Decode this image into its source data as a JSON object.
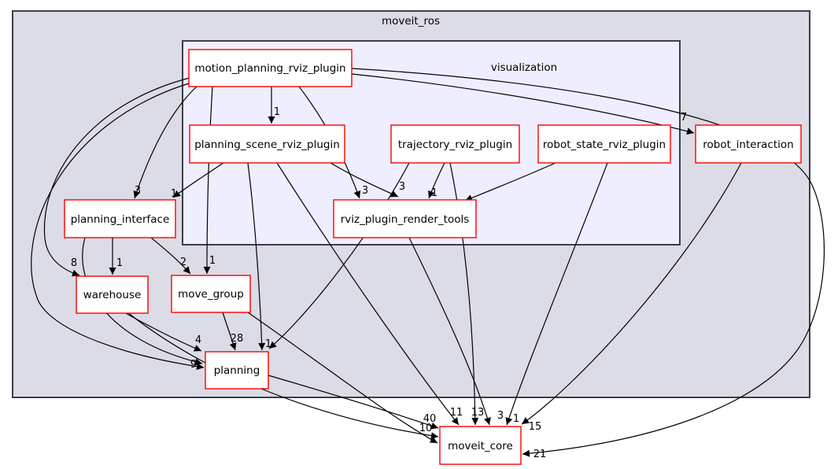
{
  "diagram": {
    "title": "moveit_ros",
    "inner_cluster_label": "visualization",
    "type": "directory-dependency-graph"
  },
  "colors": {
    "cluster_outer_fill": "#dcdce6",
    "cluster_inner_fill": "#eeeeff",
    "cluster_border": "#3d3d4d",
    "node_fill": "#ffffff",
    "node_border": "#ff0000",
    "edge_color": "#000000",
    "text_color": "#000000"
  },
  "nodes": [
    {
      "id": "motion_planning_rviz_plugin",
      "label": "motion_planning_rviz_plugin"
    },
    {
      "id": "planning_scene_rviz_plugin",
      "label": "planning_scene_rviz_plugin"
    },
    {
      "id": "trajectory_rviz_plugin",
      "label": "trajectory_rviz_plugin"
    },
    {
      "id": "robot_state_rviz_plugin",
      "label": "robot_state_rviz_plugin"
    },
    {
      "id": "robot_interaction",
      "label": "robot_interaction"
    },
    {
      "id": "rviz_plugin_render_tools",
      "label": "rviz_plugin_render_tools"
    },
    {
      "id": "planning_interface",
      "label": "planning_interface"
    },
    {
      "id": "warehouse",
      "label": "warehouse"
    },
    {
      "id": "move_group",
      "label": "move_group"
    },
    {
      "id": "planning",
      "label": "planning"
    },
    {
      "id": "moveit_core",
      "label": "moveit_core"
    }
  ],
  "edges": [
    {
      "from": "motion_planning_rviz_plugin",
      "to": "planning_scene_rviz_plugin",
      "label": "1"
    },
    {
      "from": "motion_planning_rviz_plugin",
      "to": "planning_interface",
      "label": "3"
    },
    {
      "from": "planning_scene_rviz_plugin",
      "to": "planning_interface",
      "label": "1"
    },
    {
      "from": "motion_planning_rviz_plugin",
      "to": "rviz_plugin_render_tools",
      "label": "3"
    },
    {
      "from": "planning_scene_rviz_plugin",
      "to": "rviz_plugin_render_tools",
      "label": "3"
    },
    {
      "from": "trajectory_rviz_plugin",
      "to": "rviz_plugin_render_tools",
      "label": "1"
    },
    {
      "from": "robot_state_rviz_plugin",
      "to": "rviz_plugin_render_tools",
      "label": "1"
    },
    {
      "from": "motion_planning_rviz_plugin",
      "to": "robot_interaction",
      "label": "7"
    },
    {
      "from": "motion_planning_rviz_plugin",
      "to": "moveit_core",
      "label": "21"
    },
    {
      "from": "motion_planning_rviz_plugin",
      "to": "warehouse",
      "label": "8"
    },
    {
      "from": "planning_interface",
      "to": "warehouse",
      "label": "1"
    },
    {
      "from": "planning_interface",
      "to": "move_group",
      "label": "2"
    },
    {
      "from": "motion_planning_rviz_plugin",
      "to": "move_group",
      "label": "1"
    },
    {
      "from": "warehouse",
      "to": "planning",
      "label": "4"
    },
    {
      "from": "move_group",
      "to": "planning",
      "label": "28"
    },
    {
      "from": "motion_planning_rviz_plugin",
      "to": "planning",
      "label": "9"
    },
    {
      "from": "planning_interface",
      "to": "planning",
      "label": ""
    },
    {
      "from": "planning_scene_rviz_plugin",
      "to": "planning",
      "label": "1"
    },
    {
      "from": "trajectory_rviz_plugin",
      "to": "planning",
      "label": ""
    },
    {
      "from": "rviz_plugin_render_tools",
      "to": "moveit_core",
      "label": "3"
    },
    {
      "from": "planning_scene_rviz_plugin",
      "to": "moveit_core",
      "label": "11"
    },
    {
      "from": "trajectory_rviz_plugin",
      "to": "moveit_core",
      "label": "13"
    },
    {
      "from": "robot_state_rviz_plugin",
      "to": "moveit_core",
      "label": "1"
    },
    {
      "from": "robot_interaction",
      "to": "moveit_core",
      "label": "15"
    },
    {
      "from": "planning",
      "to": "moveit_core",
      "label": "40"
    },
    {
      "from": "warehouse",
      "to": "moveit_core",
      "label": "10"
    },
    {
      "from": "move_group",
      "to": "moveit_core",
      "label": ""
    }
  ]
}
